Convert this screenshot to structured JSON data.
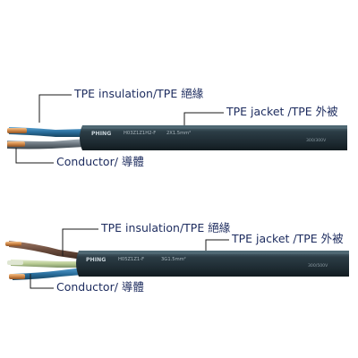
{
  "diagrams": [
    {
      "insulation_label": "TPE insulation/TPE 絕緣",
      "jacket_label": "TPE jacket /TPE 外被",
      "conductor_label": "Conductor/ 導體",
      "cable_print": [
        "PHING",
        "H03Z1Z1H2-F",
        "2X1.5mm²",
        "300/300V"
      ]
    },
    {
      "insulation_label": "TPE insulation/TPE 絕緣",
      "jacket_label": "TPE jacket /TPE 外被",
      "conductor_label": "Conductor/ 導體",
      "cable_print": [
        "PHING",
        "H05Z1Z1-F",
        "3G1.5mm²",
        "300/500V"
      ]
    }
  ],
  "colors": {
    "jacket": "#23323c",
    "jacket_highlight": "#3d5561",
    "core_blue": "#2a6f9e",
    "core_brown": "#6a4b3c",
    "core_grey": "#7c8790",
    "core_green_yellow": "#c4d4a4",
    "copper": "#d18a4a",
    "label_text": "#1c2b5e",
    "leader_line": "#1a1a1a"
  }
}
